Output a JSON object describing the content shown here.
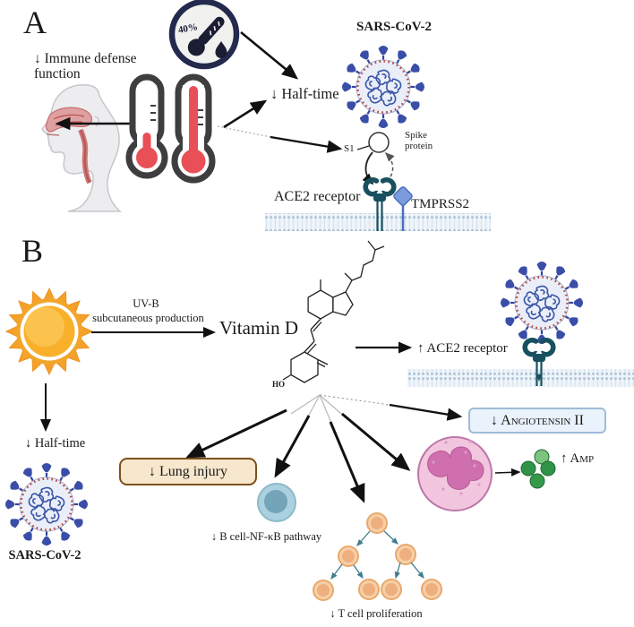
{
  "panel_a": {
    "label": "A",
    "immune_defense": "↓ Immune defense function",
    "humidity": "40%",
    "virus_label": "SARS-CoV-2",
    "half_time": "↓ Half-time",
    "s1": "S1",
    "spike_protein": "Spike protein",
    "ace2": "ACE2 receptor",
    "tmprss2": "TMPRSS2"
  },
  "panel_b": {
    "label": "B",
    "uvb": "UV-B",
    "uvb_production": "subcutaneous production",
    "vitamin_d": "Vitamin D",
    "ho": "HO",
    "ace2_up": "↑ ACE2 receptor",
    "angiotensin": "↓ Angiotensin II",
    "lung_injury": "↓ Lung injury",
    "b_cell_pathway": "↓ B cell-NF-κB pathway",
    "t_cell_proliferation": "↓ T cell proliferation",
    "amp": "↑ Amp",
    "half_time": "↓ Half-time",
    "virus_label": "SARS-CoV-2"
  },
  "icons": {
    "virion": "sars-cov-2-virion",
    "humidity": "humidity-thermometer-droplet-icon",
    "thermometers": "temperature-thermometers",
    "head": "human-airway-profile",
    "sun": "sun-icon",
    "receptor": "ace2-receptor-glyph",
    "tmprss2": "tmprss2-diamond-glyph",
    "vitamin_d_structure": "cholecalciferol-skeletal-formula"
  },
  "colors": {
    "virus_spike": "#3a4ea8",
    "virus_body": "#e9eef9",
    "virus_ring_dots": "#b5473c",
    "membrane_heads": "#aec5d8",
    "ace2_receptor": "#17505f",
    "tmprss2": "#7b9cdb",
    "thermometer_red": "#e84f56",
    "thermometer_frame": "#3e3e40",
    "sun_orange": "#f5a028",
    "sun_core": "#f9b02a",
    "lung_box_fill": "#f6e7cd",
    "lung_box_border": "#7d4f1e",
    "angiotensin_fill": "#eaf2fb",
    "angiotensin_border": "#9fbcd8",
    "b_cell": "#abd0e0",
    "t_cell": "#f6d0a7",
    "pink_cell": "#f2c6de",
    "amp_green": "#2f9447",
    "arrow": "#111111"
  }
}
